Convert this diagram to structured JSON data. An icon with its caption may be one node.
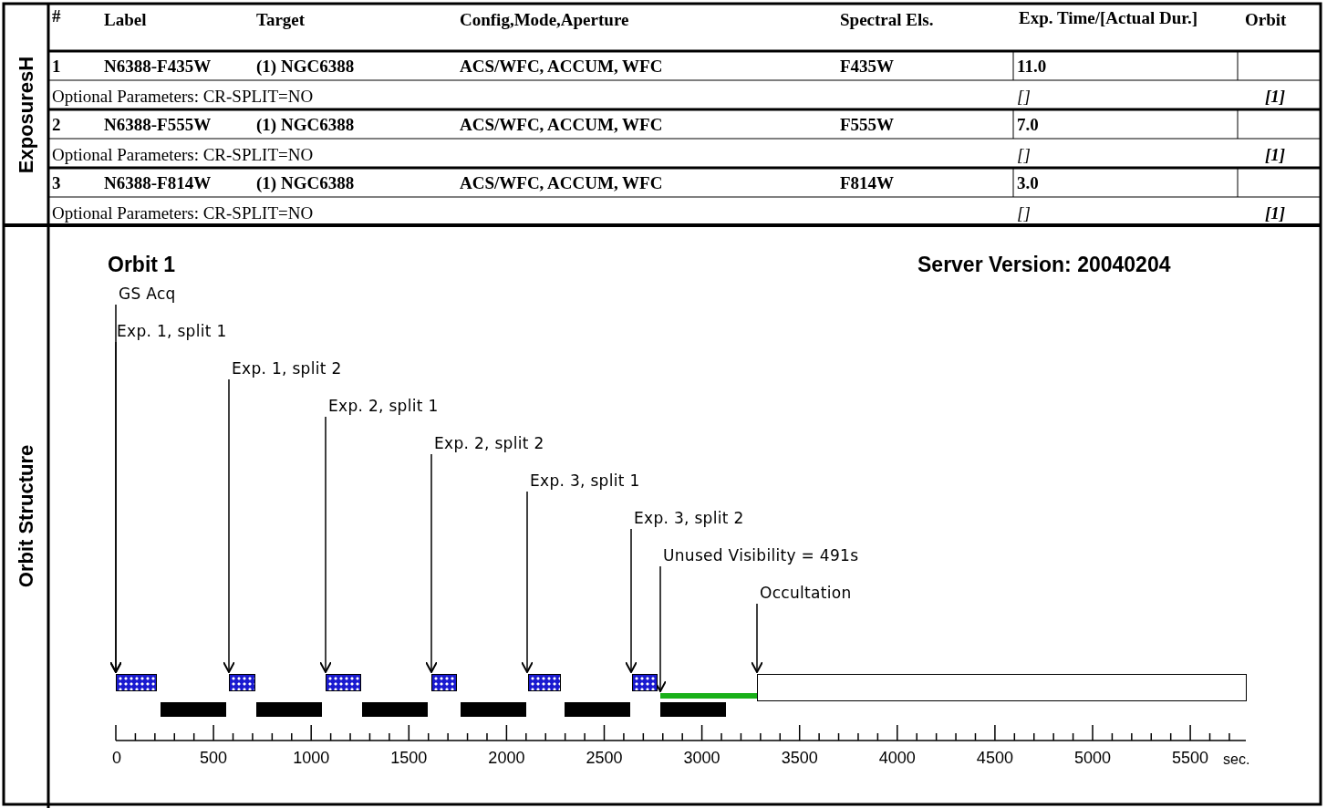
{
  "diagram": {
    "nodes": [
      {
        "text": [
          "GS Acq"
        ]
      },
      {
        "text": [
          "Exp. 1, split 1"
        ]
      },
      {
        "text": [
          "Exp. 1, split 2"
        ]
      },
      {
        "text": [
          "Exp. 2, split 1"
        ]
      },
      {
        "text": [
          "Exp. 2, split 2"
        ]
      },
      {
        "text": [
          "Exp. 3, split 1"
        ]
      },
      {
        "text": [
          "Exp. 3, split 2"
        ]
      },
      {
        "text": [
          "Unused Visibility = 491s"
        ]
      },
      {
        "text": [
          "Occultation"
        ]
      },
      {
        "text": [],
        "shape": "bar"
      },
      {
        "text": [],
        "shape": "bar"
      },
      {
        "text": [],
        "shape": "bar"
      },
      {
        "text": [],
        "shape": "bar"
      },
      {
        "text": [],
        "shape": "bar"
      },
      {
        "text": [],
        "shape": "bar"
      },
      {
        "text": [],
        "shape": "bar"
      },
      {
        "text": [],
        "shape": "box"
      }
    ],
    "edges": [
      {
        "from": 0,
        "to": 9,
        "arrow": "to"
      },
      {
        "from": 1,
        "to": 9,
        "arrow": "to"
      },
      {
        "from": 2,
        "to": 10,
        "arrow": "to"
      },
      {
        "from": 3,
        "to": 11,
        "arrow": "to"
      },
      {
        "from": 4,
        "to": 12,
        "arrow": "to"
      },
      {
        "from": 5,
        "to": 13,
        "arrow": "to"
      },
      {
        "from": 6,
        "to": 14,
        "arrow": "to"
      },
      {
        "from": 7,
        "to": 15,
        "arrow": "to"
      },
      {
        "from": 8,
        "to": 16,
        "arrow": "to"
      }
    ],
    "labels": [
      "ExposuresH",
      "#",
      "Label",
      "Target",
      "Config,Mode,Aperture",
      "Spectral Els.",
      "Exp. Time/[Actual Dur.]",
      "Orbit",
      "1",
      "N6388-F435W",
      "(1) NGC6388",
      "ACS/WFC, ACCUM, WFC",
      "F435W",
      "11.0",
      "Optional Parameters: CR-SPLIT=NO",
      "[]",
      "[1]",
      "2",
      "N6388-F555W",
      "(1) NGC6388",
      "ACS/WFC, ACCUM, WFC",
      "F555W",
      "7.0",
      "Optional Parameters: CR-SPLIT=NO",
      "[]",
      "[1]",
      "3",
      "N6388-F814W",
      "(1) NGC6388",
      "ACS/WFC, ACCUM, WFC",
      "F814W",
      "3.0",
      "Optional Parameters: CR-SPLIT=NO",
      "[]",
      "[1]",
      "Orbit Structure",
      "Orbit 1",
      "Server Version: 20040204",
      "0",
      "500",
      "1000",
      "1500",
      "2000",
      "2500",
      "3000",
      "3500",
      "4000",
      "4500",
      "5000",
      "5500",
      "sec."
    ]
  }
}
